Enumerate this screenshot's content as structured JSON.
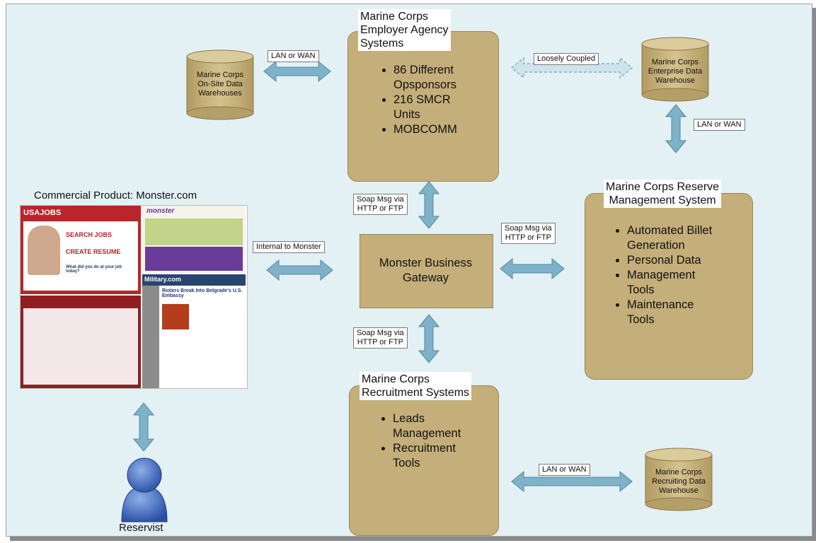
{
  "employer": {
    "title_lines": [
      "Marine Corps",
      "Employer Agency",
      "Systems"
    ],
    "items": [
      [
        "86 Different",
        "Opsponsors"
      ],
      [
        "216 SMCR",
        "Units"
      ],
      [
        "MOBCOMM"
      ]
    ]
  },
  "reserve": {
    "title_lines": [
      "Marine Corps Reserve",
      "Management System"
    ],
    "items": [
      [
        "Automated Billet",
        "Generation"
      ],
      [
        "Personal Data"
      ],
      [
        "Management",
        "Tools"
      ],
      [
        "Maintenance",
        "Tools"
      ]
    ]
  },
  "recruitment": {
    "title_lines": [
      "Marine Corps",
      "Recruitment Systems"
    ],
    "items": [
      [
        "Leads",
        "Management"
      ],
      [
        "Recruitment",
        "Tools"
      ]
    ]
  },
  "gateway": {
    "lines": [
      "Monster Business",
      "Gateway"
    ]
  },
  "warehouses": {
    "onsite": [
      "Marine Corps",
      "On-Site  Data",
      "Warehouses"
    ],
    "enterprise": [
      "Marine Corps",
      "Enterprise Data",
      "Warehouse"
    ],
    "recruiting": [
      "Marine Corps",
      "Recruiting Data",
      "Warehouse"
    ]
  },
  "connectors": {
    "lan_wan_top": "LAN or WAN",
    "loosely": "Loosely Coupled",
    "lan_wan_right": "LAN or WAN",
    "lan_wan_bottom": "LAN or WAN",
    "soap_top": [
      "Soap Msg via",
      "HTTP or FTP"
    ],
    "soap_right": [
      "Soap Msg via",
      "HTTP or FTP"
    ],
    "soap_bottom": [
      "Soap Msg via",
      "HTTP or FTP"
    ],
    "internal": "Internal to Monster"
  },
  "commercial": {
    "title": "Commercial Product: Monster.com",
    "site_usajobs": "USAJOBS",
    "site_monster": "monster",
    "site_military": "Military.com",
    "search_jobs": "SEARCH JOBS",
    "create_resume": "CREATE RESUME",
    "question": "What did you do at your job today?",
    "headline": "Rioters Break Into Belgrade's U.S. Embassy"
  },
  "actor": {
    "label": "Reservist"
  },
  "colors": {
    "box": "#c4af7a",
    "arrow": "#7fb2c9",
    "background": "#e3f0f4"
  }
}
